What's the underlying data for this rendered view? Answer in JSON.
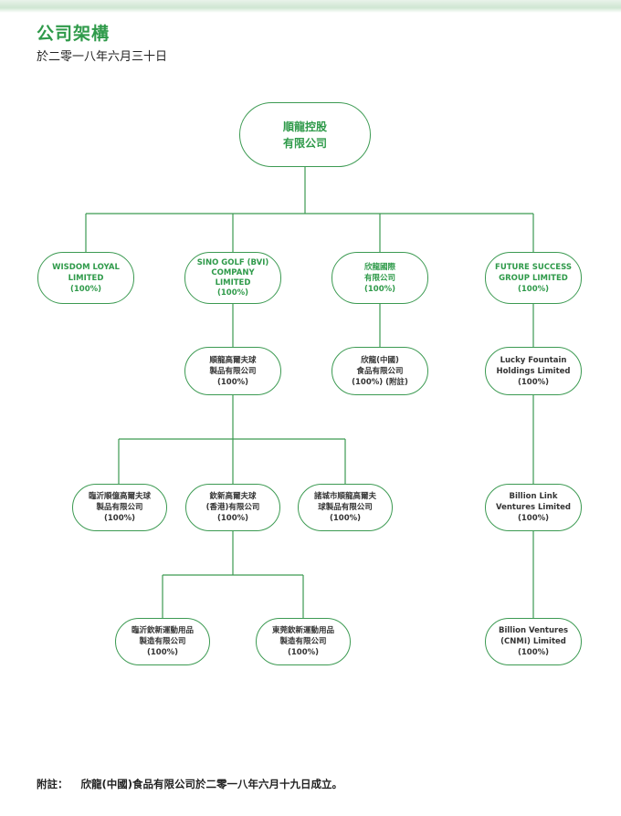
{
  "header": {
    "title": "公司架構",
    "subtitle": "於二零一八年六月三十日"
  },
  "nodes": {
    "root": {
      "line1": "順龍控股",
      "line2": "有限公司"
    },
    "wisdom": {
      "line1": "WISDOM LOYAL",
      "line2": "LIMITED",
      "line3": "(100%)"
    },
    "sino": {
      "line1": "SINO GOLF (BVI)",
      "line2": "COMPANY",
      "line3": "LIMITED",
      "line4": "(100%)"
    },
    "xinlong_intl": {
      "line1": "欣龍國際",
      "line2": "有限公司",
      "line3": "(100%)"
    },
    "future": {
      "line1": "FUTURE SUCCESS",
      "line2": "GROUP LIMITED",
      "line3": "(100%)"
    },
    "shunlong_golf": {
      "line1": "順龍高爾夫球",
      "line2": "製品有限公司",
      "line3": "(100%)"
    },
    "xinlong_china": {
      "line1": "欣龍(中國)",
      "line2": "食品有限公司",
      "line3": "(100%) (附註)"
    },
    "lucky": {
      "line1": "Lucky Fountain",
      "line2": "Holdings Limited",
      "line3": "(100%)"
    },
    "linyi_shunlong": {
      "line1": "臨沂順億高爾夫球",
      "line2": "製品有限公司",
      "line3": "(100%)"
    },
    "qinxin_hk": {
      "line1": "欽新高爾夫球",
      "line2": "(香港)有限公司",
      "line3": "(100%)"
    },
    "zhucheng": {
      "line1": "諸城市順龍高爾夫",
      "line2": "球製品有限公司",
      "line3": "(100%)"
    },
    "billion_link": {
      "line1": "Billion Link",
      "line2": "Ventures Limited",
      "line3": "(100%)"
    },
    "linyi_qinxin": {
      "line1": "臨沂欽新運動用品",
      "line2": "製造有限公司",
      "line3": "(100%)"
    },
    "dongguan": {
      "line1": "東莞欽新運動用品",
      "line2": "製造有限公司",
      "line3": "(100%)"
    },
    "billion_ventures": {
      "line1": "Billion Ventures",
      "line2": "(CNMI) Limited",
      "line3": "(100%)"
    }
  },
  "footnote": {
    "label": "附註：",
    "text": "欣龍(中國)食品有限公司於二零一八年六月十九日成立。"
  },
  "colors": {
    "accent": "#2f9a4a",
    "line": "#3c9a52"
  }
}
